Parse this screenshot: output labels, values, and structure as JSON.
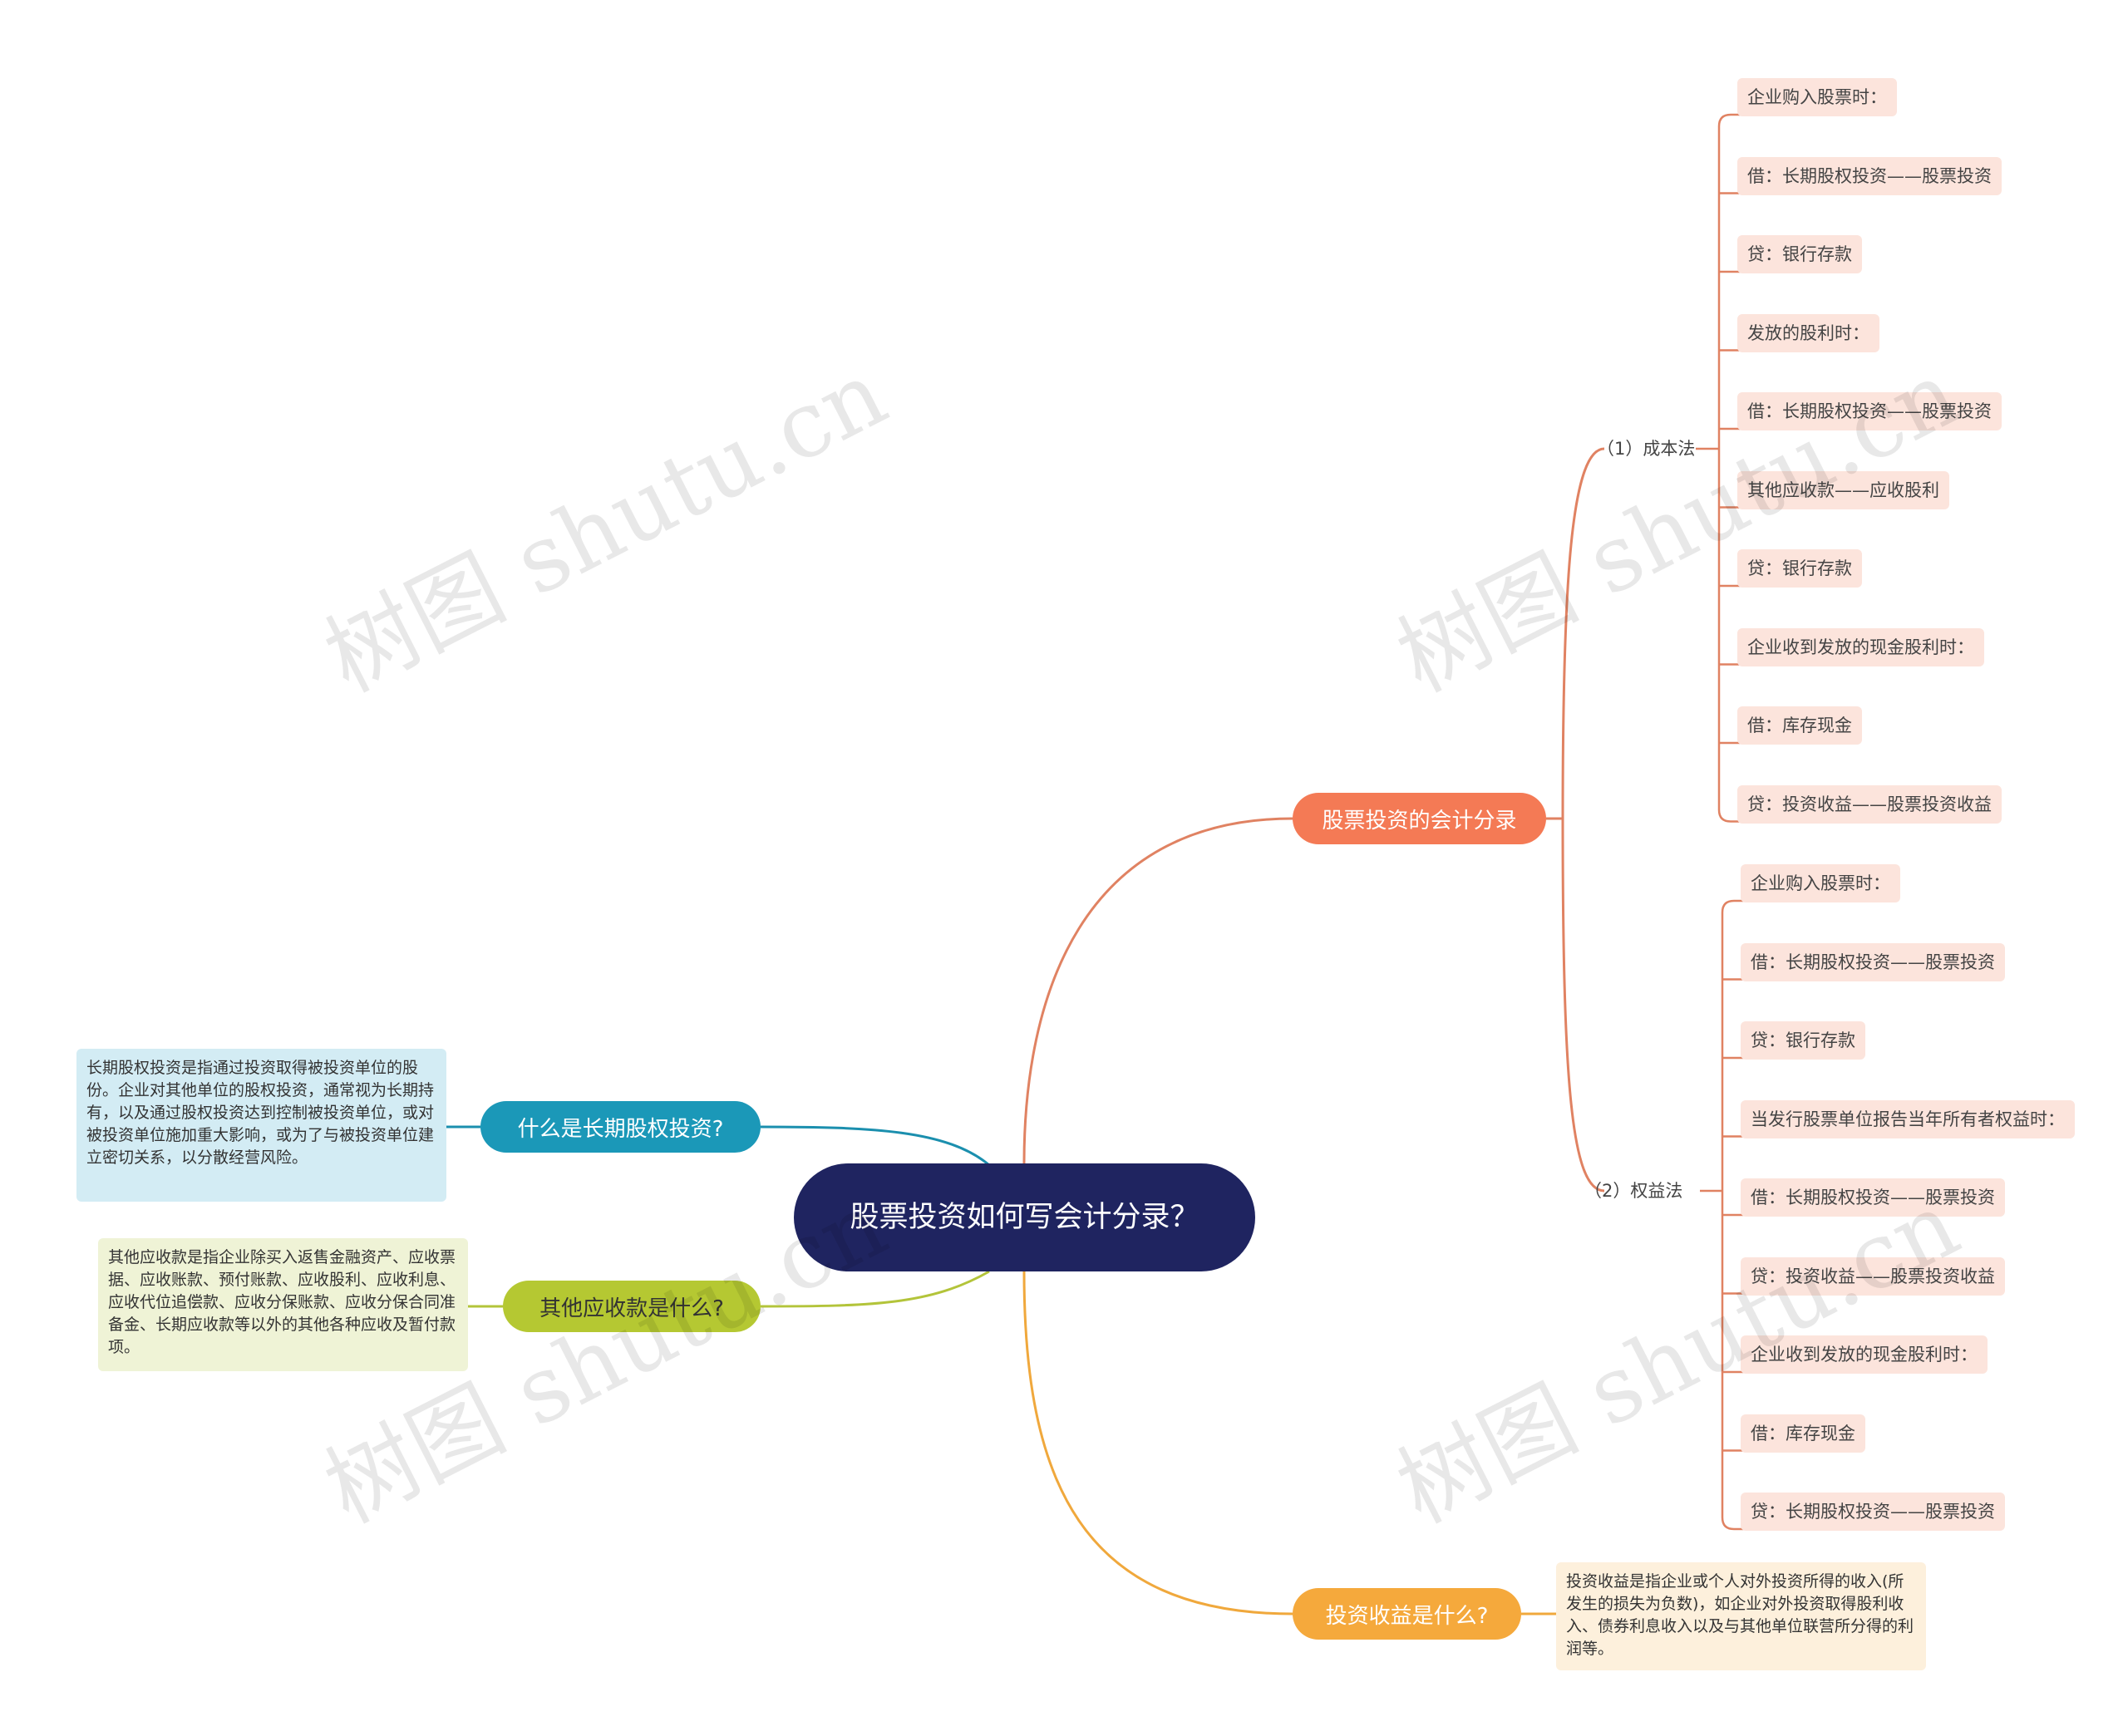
{
  "root": {
    "title": "股票投资如何写会计分录？"
  },
  "branches": {
    "entries": {
      "label": "股票投资的会计分录",
      "color": "#f47a55",
      "cost_method": {
        "label": "（1）成本法",
        "items": [
          "企业购入股票时：",
          "借：长期股权投资——股票投资",
          "贷：银行存款",
          "发放的股利时：",
          "借：长期股权投资——股票投资",
          "其他应收款——应收股利",
          "贷：银行存款",
          "企业收到发放的现金股利时：",
          "借：库存现金",
          "贷：投资收益——股票投资收益"
        ]
      },
      "equity_method": {
        "label": "（2）权益法",
        "items": [
          "企业购入股票时：",
          "借：长期股权投资——股票投资",
          "贷：银行存款",
          "当发行股票单位报告当年所有者权益时：",
          "借：长期股权投资——股票投资",
          "贷：投资收益——股票投资收益",
          "企业收到发放的现金股利时：",
          "借：库存现金",
          "贷：长期股权投资——股票投资"
        ]
      }
    },
    "long_term": {
      "label": "什么是长期股权投资?",
      "color": "#1b98b8",
      "note": "长期股权投资是指通过投资取得被投资单位的股份。企业对其他单位的股权投资，通常视为长期持有，以及通过股权投资达到控制被投资单位，或对被投资单位施加重大影响，或为了与被投资单位建立密切关系，以分散经营风险。"
    },
    "other_receivable": {
      "label": "其他应收款是什么?",
      "color": "#b5c832",
      "note": "其他应收款是指企业除买入返售金融资产、应收票据、应收账款、预付账款、应收股利、应收利息、应收代位追偿款、应收分保账款、应收分保合同准备金、长期应收款等以外的其他各种应收及暂付款项。"
    },
    "income": {
      "label": "投资收益是什么?",
      "color": "#f5a93c",
      "note": "投资收益是指企业或个人对外投资所得的收入(所发生的损失为负数)，如企业对外投资取得股利收入、债券利息收入以及与其他单位联营所分得的利润等。"
    }
  },
  "colors": {
    "root_bg": "#1f2460",
    "leaf_bg": "#fce4dc",
    "note_blue_bg": "#d3ecf4",
    "note_green_bg": "#eff3d6",
    "note_orange_bg": "#fdf0dc"
  },
  "watermark": "树图 shutu.cn"
}
